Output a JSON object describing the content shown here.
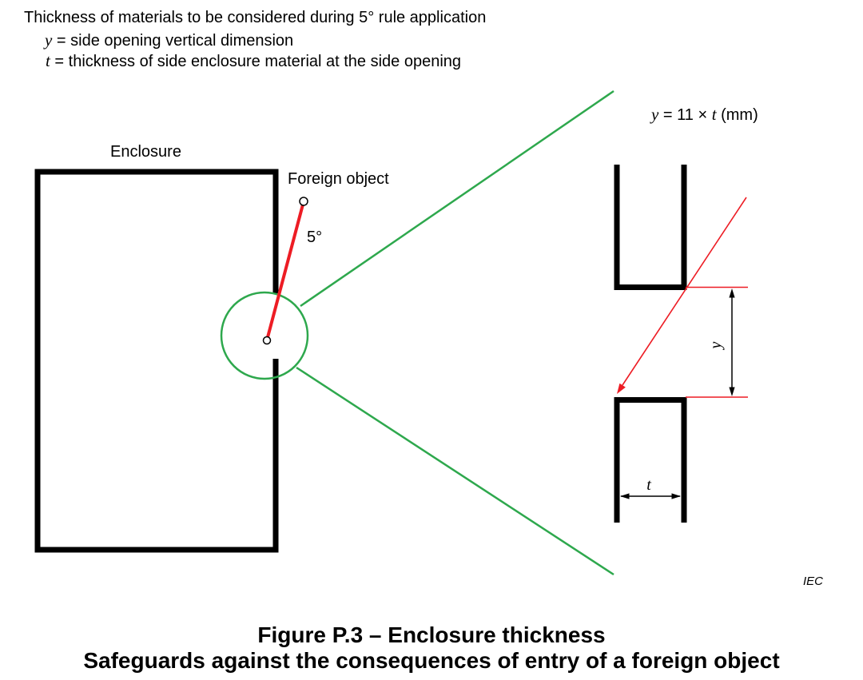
{
  "header": {
    "title": "Thickness of materials to be considered during 5° rule application",
    "legend": [
      {
        "var": "y",
        "text": "= side opening vertical dimension"
      },
      {
        "var": "t",
        "text": "= thickness of side enclosure material at the side opening"
      }
    ]
  },
  "formula": {
    "var_y": "y",
    "body": "= 11 ×",
    "var_t": "t",
    "unit": "(mm)"
  },
  "diagram": {
    "enclosure_label": "Enclosure",
    "foreign_object_label": "Foreign object",
    "angle_label": "5°",
    "dim_y": "y",
    "dim_t": "t"
  },
  "footer": {
    "iec": "IEC"
  },
  "caption": {
    "line1": "Figure P.3 – Enclosure thickness",
    "line2": "Safeguards against the consequences of entry of a foreign object"
  },
  "colors": {
    "enclosure_stroke": "#000000",
    "callout_green": "#2EA84D",
    "annotation_red": "#ED1C24",
    "background": "#FFFFFF"
  }
}
